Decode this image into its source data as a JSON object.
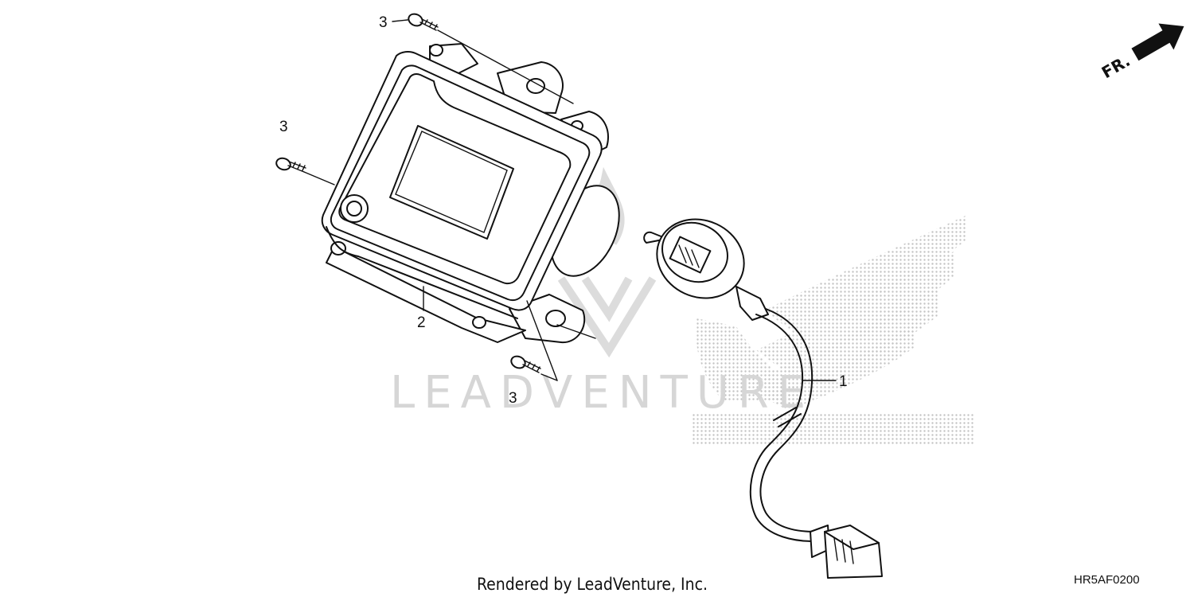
{
  "callouts": {
    "cable_harness": "1",
    "meter_assembly": "2",
    "screw_top": "3",
    "screw_left": "3",
    "screw_bottom": "3"
  },
  "direction_label": "FR.",
  "watermark_text": "LEADVENTURE",
  "credit_text": "Rendered by LeadVenture, Inc.",
  "diagram_code": "HR5AF0200",
  "colors": {
    "line": "#111111",
    "watermark": "#d6d6d6",
    "brand_pattern": "#bdbdbd"
  }
}
